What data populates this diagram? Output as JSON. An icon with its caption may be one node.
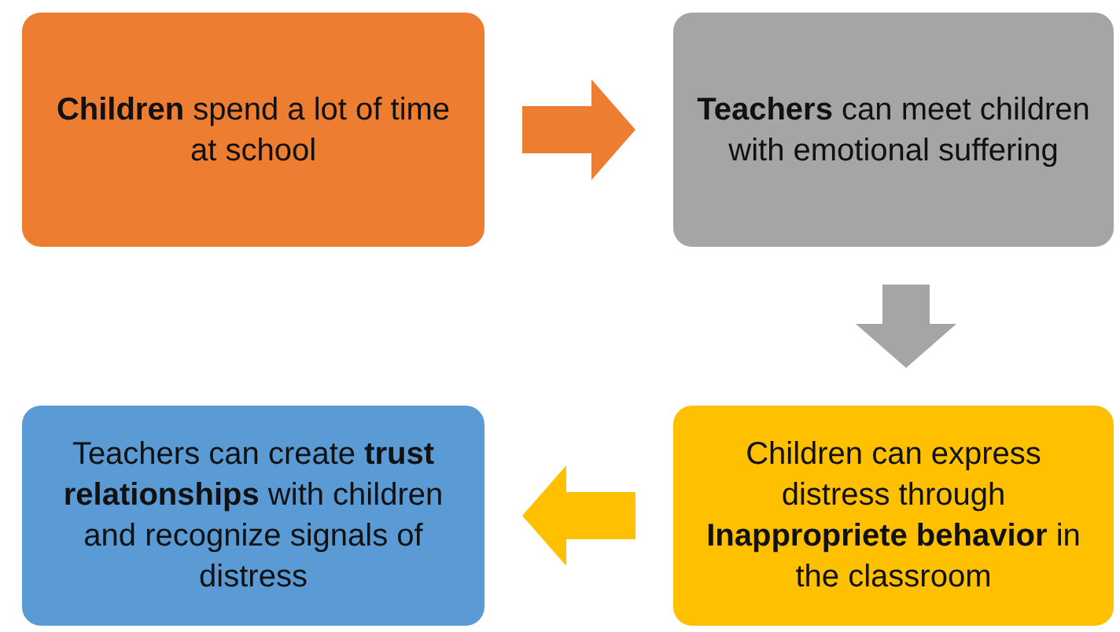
{
  "diagram": {
    "nodes": [
      {
        "text": [
          "**Children** spend a lot of time at school"
        ]
      },
      {
        "text": [
          "**Teachers** can meet children with emotional suffering"
        ]
      },
      {
        "text": [
          "Teachers can create **trust relationships** with children and recognize signals of distress"
        ]
      },
      {
        "text": [
          "Children can express distress through **Inappropriete behavior** in the classroom"
        ]
      }
    ],
    "edges": [
      {
        "from": 0,
        "to": 1,
        "arrow": "to",
        "style": "thick",
        "color": "#ed7d31"
      },
      {
        "from": 1,
        "to": 3,
        "arrow": "to",
        "style": "thick",
        "color": "#a5a5a5"
      },
      {
        "from": 3,
        "to": 2,
        "arrow": "to",
        "style": "thick",
        "color": "#ffc000"
      }
    ]
  }
}
